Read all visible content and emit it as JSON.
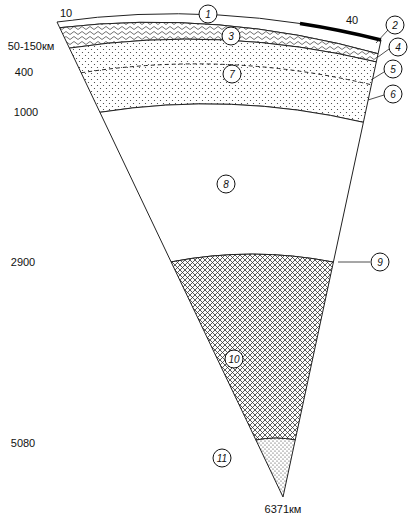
{
  "diagram": {
    "labels": [
      "1",
      "10",
      "40",
      "3",
      "2",
      "50-150км",
      "4",
      "5",
      "400",
      "7",
      "6",
      "1000",
      "8",
      "2900",
      "9",
      "10",
      "5080",
      "11",
      "6371км"
    ]
  }
}
